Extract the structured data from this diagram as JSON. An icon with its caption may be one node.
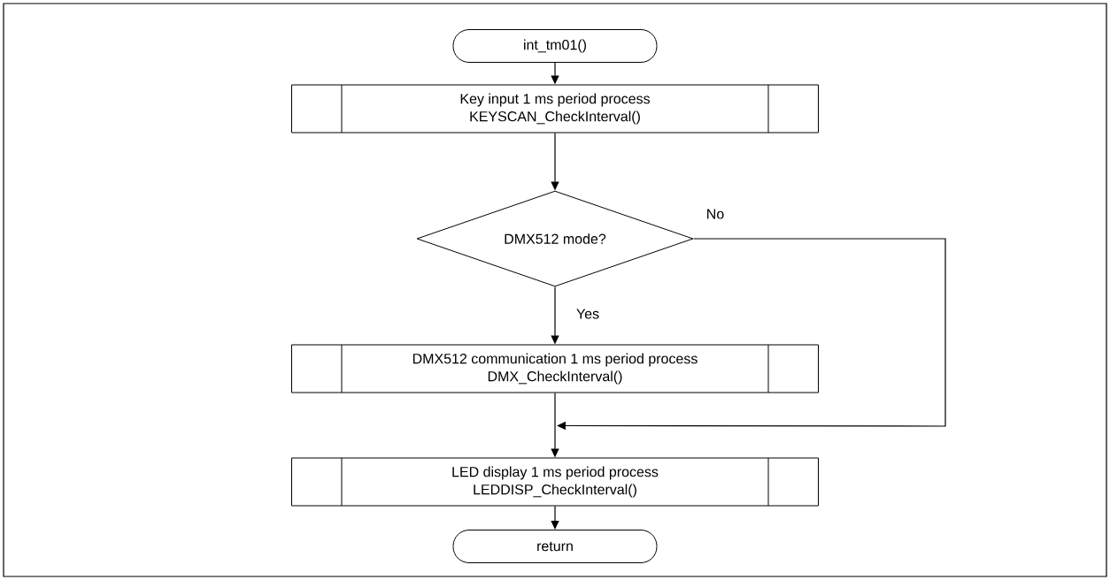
{
  "diagram": {
    "nodes": [
      {
        "text": [
          "int_tm01()"
        ]
      },
      {
        "text": [
          "Key input 1 ms period process",
          "KEYSCAN_CheckInterval()"
        ]
      },
      {
        "text": [
          "DMX512 mode?"
        ]
      },
      {
        "text": [
          "DMX512 communication 1 ms period process",
          "DMX_CheckInterval()"
        ]
      },
      {
        "text": [
          "LED display 1 ms period process",
          "LEDDISP_CheckInterval()"
        ]
      },
      {
        "text": [
          "return"
        ]
      }
    ],
    "edges": [
      {
        "from": 0,
        "to": 1,
        "arrow": "to"
      },
      {
        "from": 1,
        "to": 2,
        "arrow": "to"
      },
      {
        "from": 2,
        "to": 3,
        "arrow": "to",
        "label": "Yes"
      },
      {
        "from": 2,
        "to": 4,
        "arrow": "to",
        "label": "No"
      },
      {
        "from": 3,
        "to": 4,
        "arrow": "to"
      },
      {
        "from": 4,
        "to": 5,
        "arrow": "to"
      }
    ]
  }
}
